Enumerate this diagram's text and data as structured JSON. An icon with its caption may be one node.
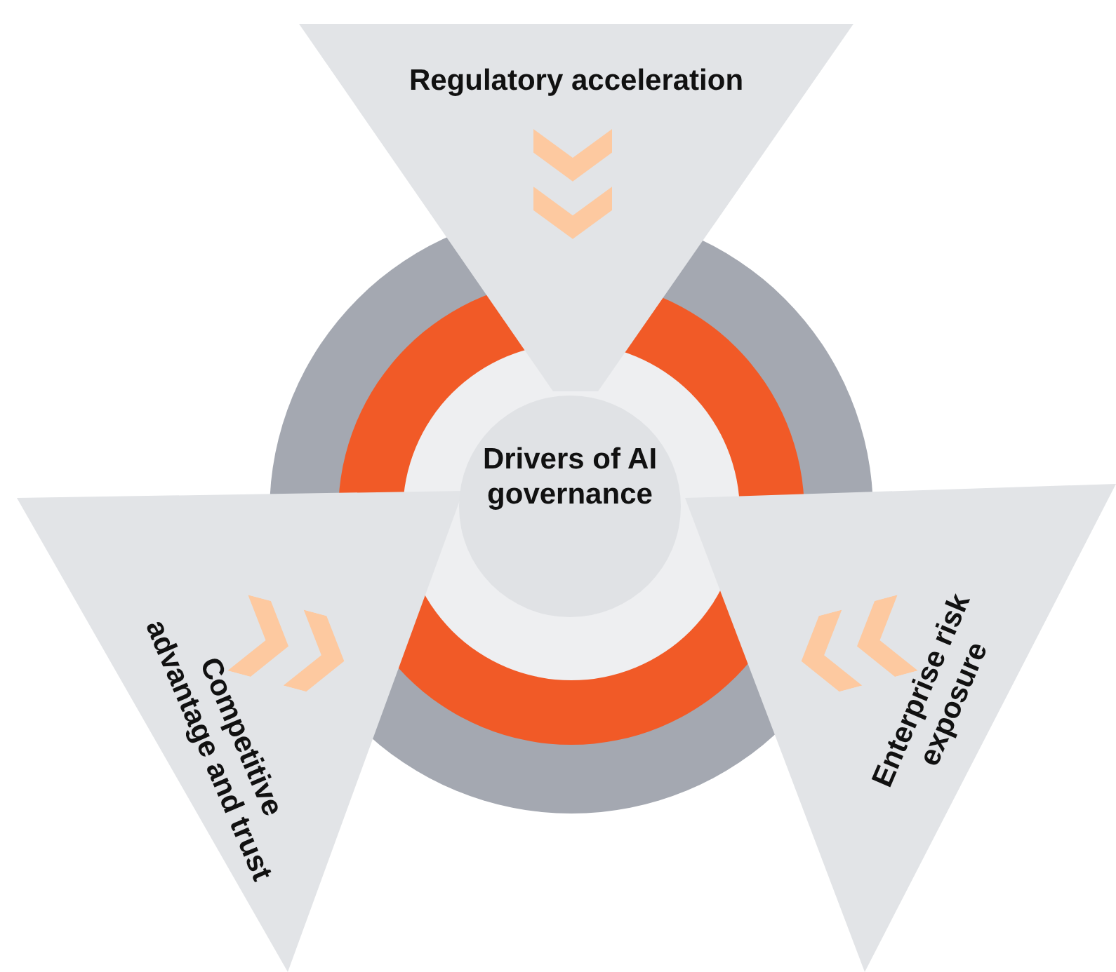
{
  "diagram": {
    "nodes": [
      {
        "text": [
          "Regulatory acceleration"
        ]
      },
      {
        "text": [
          "Drivers of AI governance"
        ]
      },
      {
        "text": [
          "Competitive advantage and trust"
        ]
      },
      {
        "text": [
          "Enterprise risk exposure"
        ]
      }
    ]
  }
}
